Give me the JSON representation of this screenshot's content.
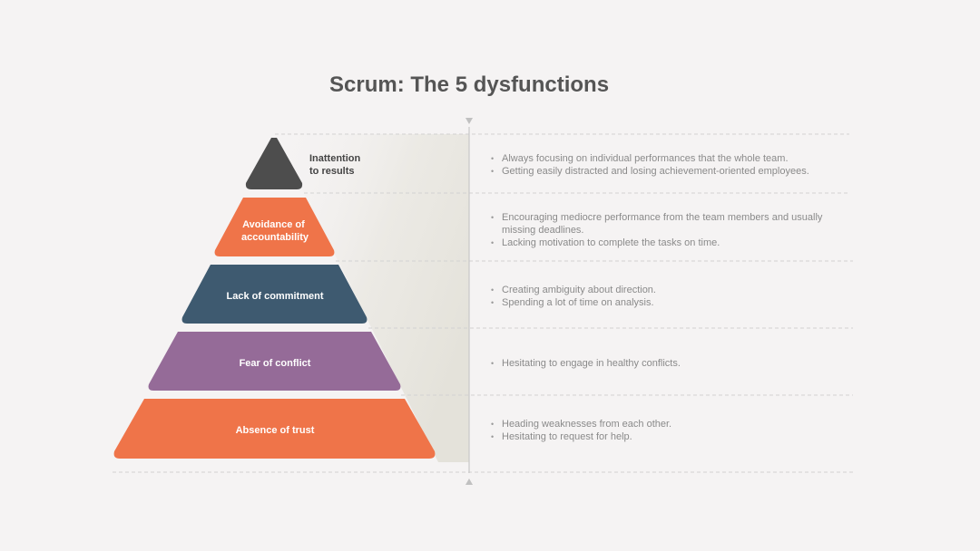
{
  "title": "Scrum: The 5 dysfunctions",
  "levels": [
    {
      "label": "Inattention to results",
      "label_lines": [
        "Inattention",
        "to results"
      ],
      "color": "#4d4d4d",
      "descriptions": [
        "Always focusing on individual performances that the whole team.",
        "Getting easily distracted and losing achievement-oriented employees."
      ]
    },
    {
      "label": "Avoidance of accountability",
      "label_lines": [
        "Avoidance of",
        "accountability"
      ],
      "color": "#ef7449",
      "descriptions": [
        "Encouraging mediocre performance from the team members and usually missing deadlines.",
        "Lacking motivation to complete the tasks on time."
      ]
    },
    {
      "label": "Lack of commitment",
      "label_lines": [
        "Lack of commitment"
      ],
      "color": "#3e5a70",
      "descriptions": [
        "Creating ambiguity about direction.",
        "Spending a lot of time on analysis."
      ]
    },
    {
      "label": "Fear of conflict",
      "label_lines": [
        "Fear of conflict"
      ],
      "color": "#956b98",
      "descriptions": [
        "Hesitating to engage in healthy conflicts."
      ]
    },
    {
      "label": "Absence of trust",
      "label_lines": [
        "Absence of trust"
      ],
      "color": "#ef7449",
      "descriptions": [
        "Heading weaknesses from each other.",
        "Hesitating to request for help."
      ]
    }
  ],
  "colors": {
    "background": "#f5f3f3",
    "title": "#555555",
    "description_text": "#8a8a8a",
    "guide_line": "#cfcfcf",
    "label_light": "#ffffff",
    "label_dark": "#444444"
  }
}
